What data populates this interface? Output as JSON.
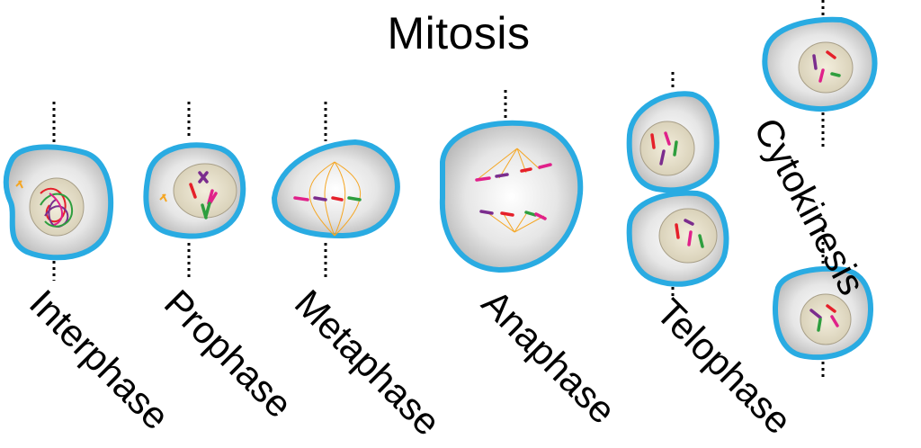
{
  "title": "Mitosis",
  "phases": [
    {
      "label": "Interphase"
    },
    {
      "label": "Prophase"
    },
    {
      "label": "Metaphase"
    },
    {
      "label": "Anaphase"
    },
    {
      "label": "Telophase"
    },
    {
      "label": "Cytokinesis"
    }
  ],
  "colors": {
    "membrane": "#29ABE2",
    "cytoplasm": "#D9D9D9",
    "nucleus": "#E8E0C8",
    "spindle": "#F5A623",
    "chromosome_purple": "#7B2D8E",
    "chromosome_red": "#E5202A",
    "chromosome_green": "#2E9E3E",
    "chromosome_magenta": "#E0218A"
  }
}
